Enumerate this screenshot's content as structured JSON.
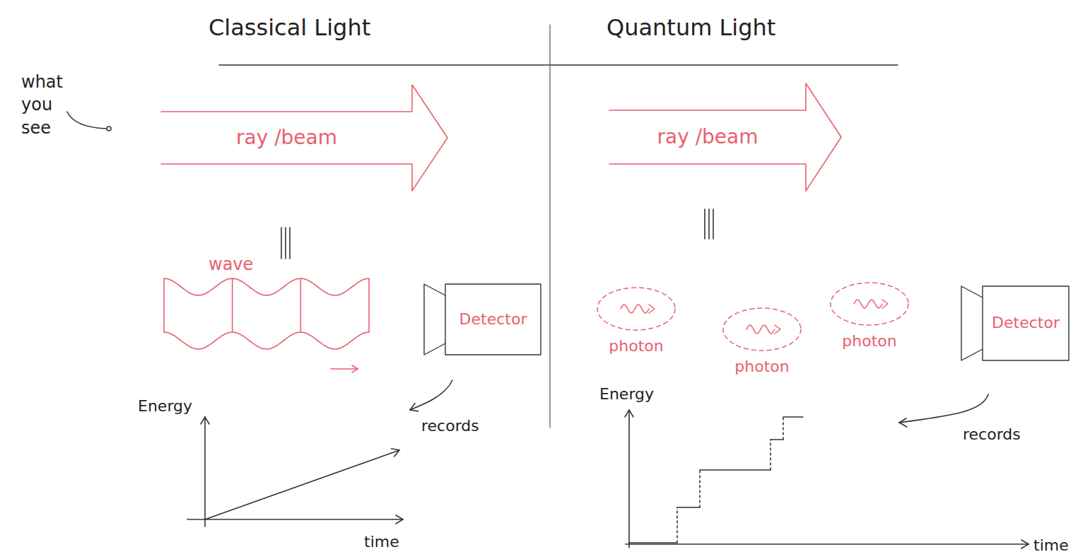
{
  "diagram": {
    "nodes": [
      {
        "text": [
          "ray /beam"
        ]
      },
      {
        "text": [
          "ray /beam"
        ]
      },
      {
        "text": [
          "wave"
        ]
      },
      {
        "text": [
          "Detector"
        ]
      },
      {
        "text": [
          "photon"
        ]
      },
      {
        "text": [
          "photon"
        ]
      },
      {
        "text": [
          "photon"
        ]
      },
      {
        "text": [
          "Detector"
        ]
      }
    ],
    "labels": [
      "Classical Light",
      "Quantum Light",
      "what you see",
      "records",
      "Energy",
      "time",
      "records",
      "Energy",
      "time"
    ]
  }
}
